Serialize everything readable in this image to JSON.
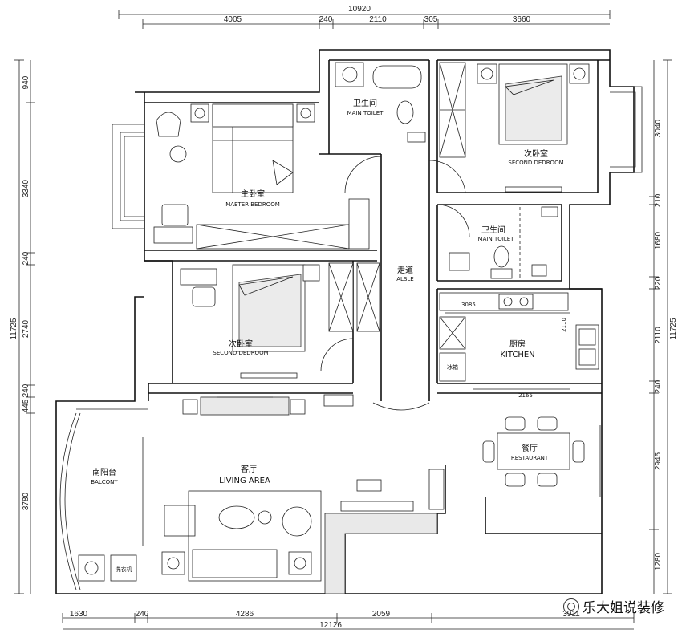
{
  "dimensions": {
    "top_total": "10920",
    "top": [
      "4005",
      "240",
      "2110",
      "305",
      "3660"
    ],
    "bottom_total": "12126",
    "bottom": [
      "1630",
      "240",
      "4286",
      "2059",
      "3911"
    ],
    "left_total": "11725",
    "left": [
      "940",
      "3340",
      "240",
      "2740",
      "240",
      "3780"
    ],
    "left_extra": "445",
    "right_total": "11725",
    "right": [
      "3040",
      "210",
      "1680",
      "220",
      "2110",
      "240",
      "2945",
      "1280"
    ],
    "kitchen_width": "3085",
    "kitchen_height": "2110",
    "kitchen_counter": "2165"
  },
  "rooms": {
    "master_bedroom_cn": "主卧室",
    "master_bedroom_en": "MAETER BEDROOM",
    "toilet_top_cn": "卫生间",
    "toilet_top_en": "MAIN TOILET",
    "second_bedroom_tr_cn": "次卧室",
    "second_bedroom_tr_en": "SECOND DEDROOM",
    "toilet_right_cn": "卫生间",
    "toilet_right_en": "MAIN TOILET",
    "aisle_cn": "走道",
    "aisle_en": "ALSLE",
    "second_bedroom_mid_cn": "次卧室",
    "second_bedroom_mid_en": "SECOND DEDROOM",
    "kitchen_cn": "厨房",
    "kitchen_en": "KITCHEN",
    "fridge_cn": "冰箱",
    "dining_cn": "餐厅",
    "dining_en": "RESTAURANT",
    "balcony_cn": "南阳台",
    "balcony_en": "BALCONY",
    "living_cn": "客厅",
    "living_en": "LIVING AREA",
    "laundry_cn": "洗衣机"
  },
  "watermark": "乐大姐说装修"
}
